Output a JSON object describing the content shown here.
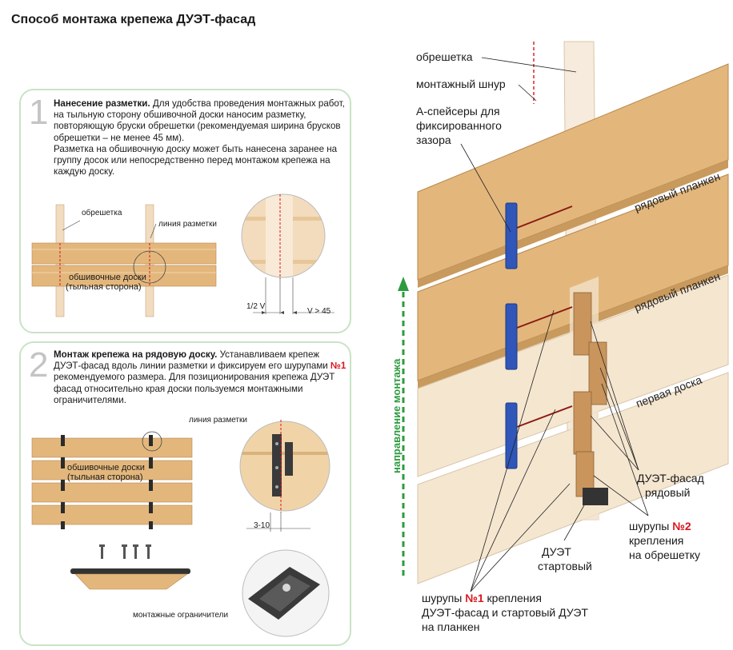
{
  "title": "Способ монтажа крепежа ДУЭТ-фасад",
  "step1": {
    "number": "1",
    "heading": "Нанесение разметки.",
    "text_a": " Для удобства проведения монтажных работ, на тыльную сторону обшивочной доски наносим разметку, повторяющую бруски обрешетки (рекомендуемая ширина брусков обрешетки – не менее 45 мм).",
    "text_b": "Разметка на обшивочную доску может быть нанесена заранее на группу досок или непосредственно перед монтажом крепежа на каждую доску.",
    "label_batten": "обрешетка",
    "label_mark_line": "линия разметки",
    "label_boards_1": "обшивочные доски",
    "label_boards_2": "(тыльная сторона)",
    "dim_half_v": "1/2 V",
    "dim_v": "V > 45"
  },
  "step2": {
    "number": "2",
    "heading": "Монтаж крепежа на рядовую доску.",
    "text_a": " Устанавливаем крепеж ДУЭТ-фасад вдоль линии разметки и фиксируем его шурупами ",
    "text_red": "№1",
    "text_b": " рекомендуемого размера. Для позиционирования крепежа ДУЭТ фасад относительно края доски пользуемся монтажными ограничителями.",
    "label_mark_line": "линия разметки",
    "label_boards_1": "обшивочные доски",
    "label_boards_2": "(тыльная сторона)",
    "dim_gap": "3-10",
    "label_limiters": "монтажные ограничители"
  },
  "right": {
    "label_batten": "обрешетка",
    "label_cord": "монтажный шнур",
    "label_spacers_1": "А-спейсеры для",
    "label_spacers_2": "фиксированного",
    "label_spacers_3": "зазора",
    "plank_row_1": "рядовый планкен",
    "plank_row_2": "рядовый планкен",
    "plank_first": "первая доска",
    "direction": "направление монтажа",
    "label_duet_row_1": "ДУЭТ-фасад",
    "label_duet_row_2": "рядовый",
    "label_screws2_a": "шурупы ",
    "label_screws2_red": "№2",
    "label_screws2_b": "крепления",
    "label_screws2_c": "на обрешетку",
    "label_duet_start_1": "ДУЭТ",
    "label_duet_start_2": "стартовый",
    "label_screws1_a": "шурупы ",
    "label_screws1_red": "№1",
    "label_screws1_b": " крепления",
    "label_screws1_c": "ДУЭТ-фасад и стартовый ДУЭТ",
    "label_screws1_d": "на планкен"
  },
  "colors": {
    "panel_border": "#c9e3c6",
    "wood": "#e3b77c",
    "wood_light": "#f1dcc0",
    "spacer_blue": "#2f56b8",
    "accent_red": "#d9141b",
    "arrow_green": "#2e9b3f"
  }
}
